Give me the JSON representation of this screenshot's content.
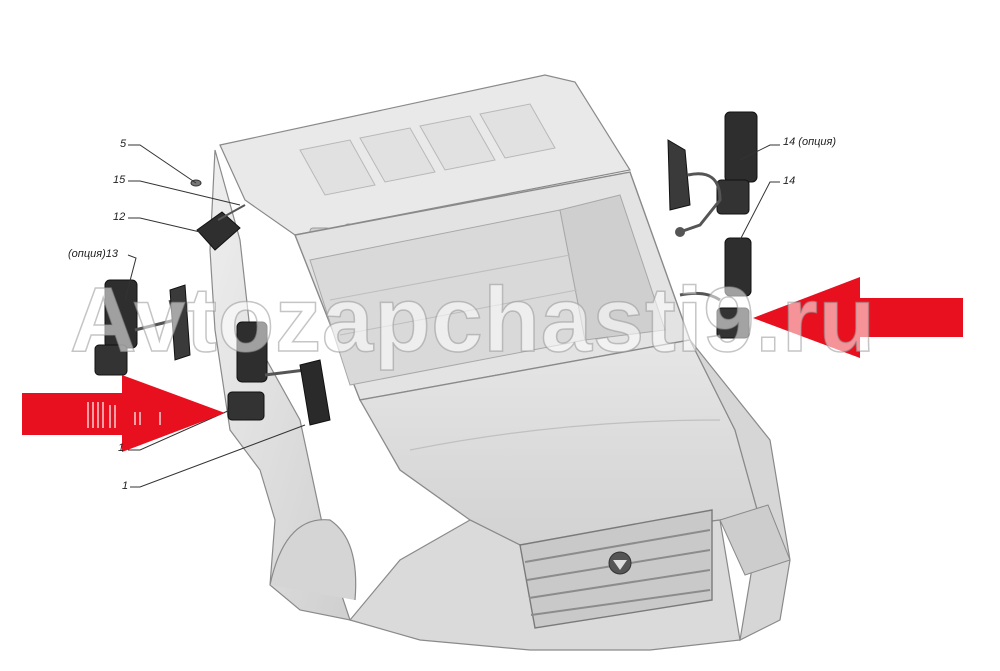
{
  "callouts": {
    "c5": "5",
    "c15": "15",
    "c12": "12",
    "c13": "(опция)13",
    "c14opt": "14 (опция)",
    "c14": "14",
    "c1a": "1",
    "c1b": "1"
  },
  "watermark": "Avtozapchasti9.ru",
  "colors": {
    "arrow": "#e8101e",
    "body": "#dcdcdc",
    "outline": "#8a8a8a",
    "mirror": "#2e2e2e",
    "leader": "#333333"
  }
}
